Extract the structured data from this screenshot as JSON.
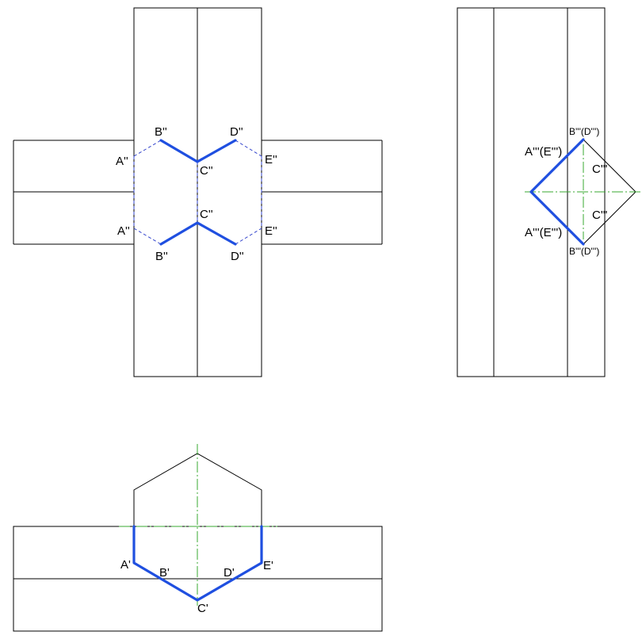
{
  "colors": {
    "outline": "#000000",
    "intersection_curve": "#1f4fe0",
    "hidden_line": "#3344cc",
    "center_line": "#3aa832",
    "background": "#ffffff"
  },
  "front_view": {
    "upper_labels": {
      "a": "A''",
      "b": "B''",
      "c": "C''",
      "d": "D''",
      "e": "E''"
    },
    "lower_labels": {
      "a": "A''",
      "b": "B''",
      "c": "C''",
      "d": "D''",
      "e": "E''"
    }
  },
  "side_view": {
    "top_labels": {
      "ae": "A'''(E''')",
      "bd": "B'''(D''')",
      "c": "C'''"
    },
    "bottom_labels": {
      "ae": "A'''(E''')",
      "bd": "B'''(D''')",
      "c": "C'''"
    }
  },
  "top_view": {
    "labels": {
      "a": "A'",
      "b": "B'",
      "c": "C'",
      "d": "D'",
      "e": "E'"
    }
  }
}
